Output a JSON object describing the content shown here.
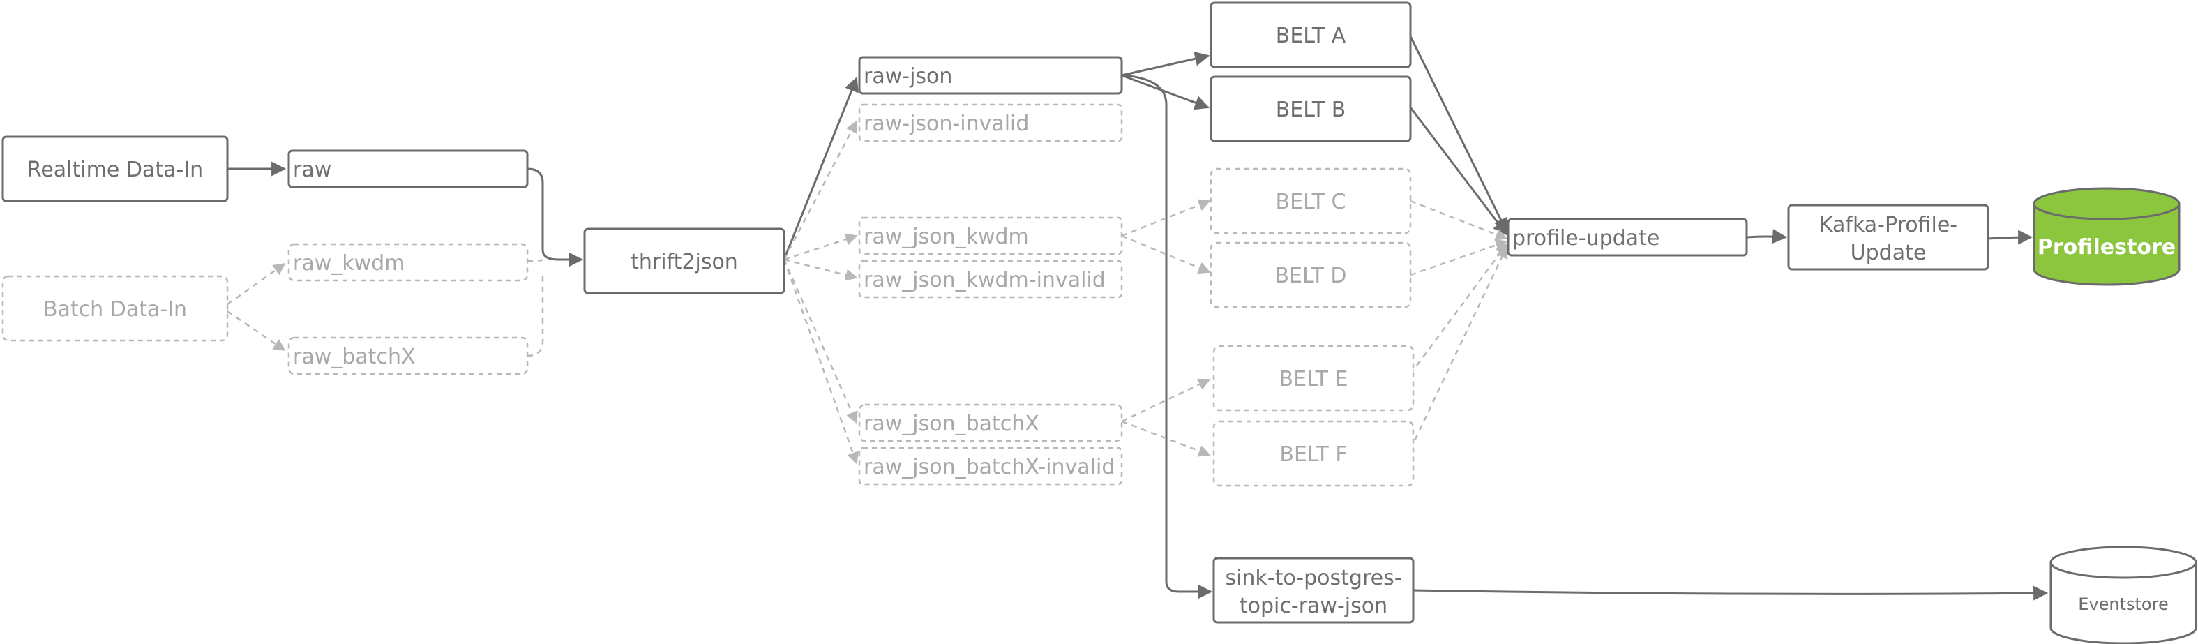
{
  "nodes": {
    "realtime_in": "Realtime Data-In",
    "batch_in": "Batch Data-In",
    "raw": "raw",
    "raw_kwdm": "raw_kwdm",
    "raw_batchx": "raw_batchX",
    "thrift2json": "thrift2json",
    "raw_json": "raw-json",
    "raw_json_invalid": "raw-json-invalid",
    "raw_json_kwdm": "raw_json_kwdm",
    "raw_json_kwdm_invalid": "raw_json_kwdm-invalid",
    "raw_json_batchx": "raw_json_batchX",
    "raw_json_batchx_invalid": "raw_json_batchX-invalid",
    "belt_a": "BELT A",
    "belt_b": "BELT B",
    "belt_c": "BELT C",
    "belt_d": "BELT D",
    "belt_e": "BELT E",
    "belt_f": "BELT F",
    "sink_line1": "sink-to-postgres-",
    "sink_line2": "topic-raw-json",
    "profile_update": "profile-update",
    "kafka_line1": "Kafka-Profile-",
    "kafka_line2": "Update",
    "profilestore": "Profilestore",
    "eventstore": "Eventstore"
  },
  "colors": {
    "solid": "#6b6b6b",
    "dashed": "#b8b8b8",
    "text_solid": "#6e6e6e",
    "text_dashed": "#a8a8a8",
    "profilestore_fill": "#8cc63f",
    "profilestore_text": "#ffffff"
  }
}
